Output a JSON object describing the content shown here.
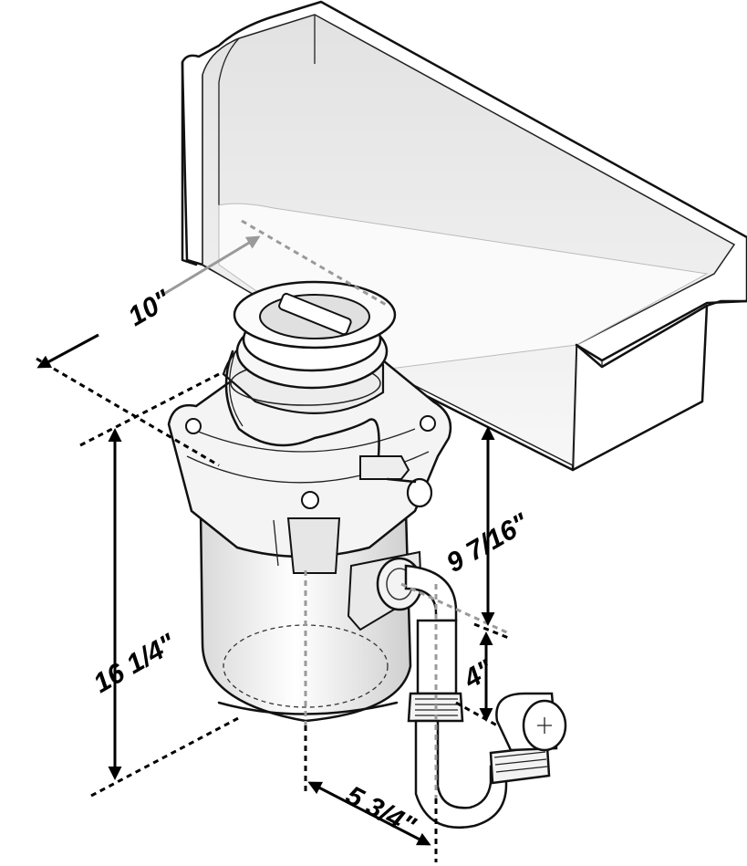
{
  "dimensions": {
    "sink_depth": "10\"",
    "overall_height": "16 1/4\"",
    "sink_to_outlet": "9 7/16\"",
    "outlet_to_trap": "4\"",
    "center_to_outlet": "5 3/4\""
  }
}
